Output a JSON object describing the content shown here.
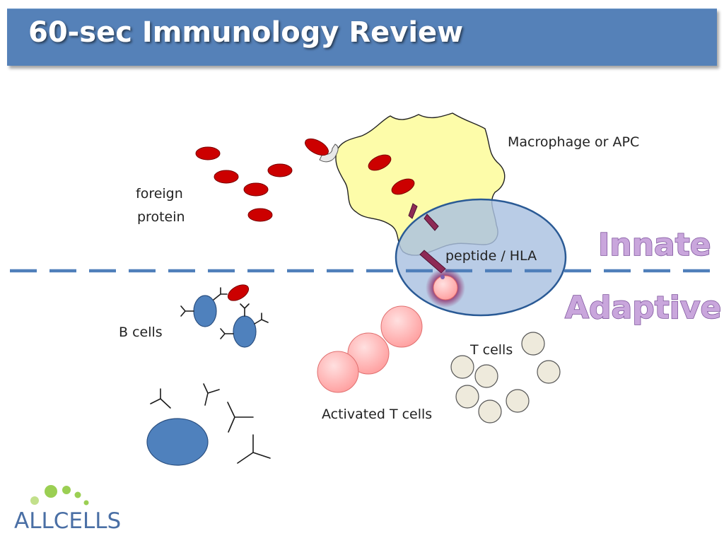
{
  "header": {
    "title": "60-sec Immunology Review"
  },
  "labels": {
    "macrophage": "Macrophage or APC",
    "foreign_protein_line1": "foreign",
    "foreign_protein_line2": "protein",
    "peptide_hla": "peptide / HLA",
    "innate": "Innate",
    "adaptive": "Adaptive",
    "b_cells": "B cells",
    "t_cells": "T cells",
    "activated_t_cells": "Activated T cells"
  },
  "logo": {
    "text": "ALLCELLS"
  },
  "colors": {
    "header_bg": "#5581b8",
    "protein_red": "#cc0000",
    "macrophage_yellow": "#fdfca9",
    "apc_blue": "#a9c1e0",
    "b_cell_blue": "#4f81bd",
    "activated_pink": "#ffb5b5",
    "t_cell_beige": "#eeeadc",
    "innate_adaptive_purple": "#c9a6dc",
    "logo_green": "#9bcf53",
    "logo_text_blue": "#4a6fa5"
  }
}
